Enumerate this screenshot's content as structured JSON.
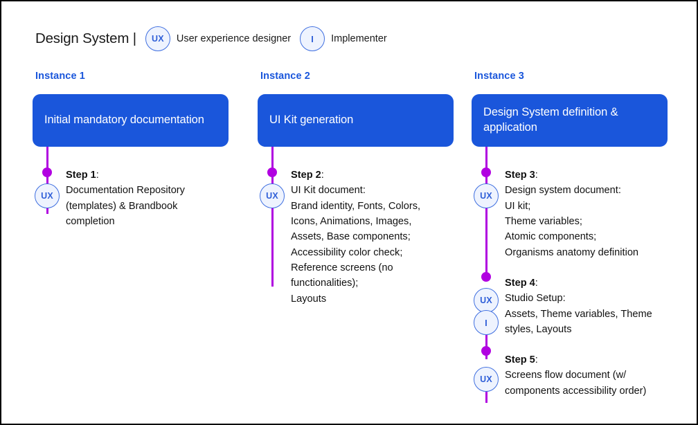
{
  "header": {
    "title": "Design System |",
    "legend": [
      {
        "badge": "UX",
        "label": "User experience designer",
        "icon": "ux-role-icon"
      },
      {
        "badge": "I",
        "label": "Implementer",
        "icon": "implementer-role-icon"
      }
    ]
  },
  "colors": {
    "accent_blue": "#1a56db",
    "rail_purple": "#b100e1",
    "badge_fill": "#eef3fe",
    "badge_border": "#3f6fe0",
    "badge_text": "#2f5fd8",
    "body_text": "#111111",
    "frame_border": "#000000"
  },
  "instances": [
    {
      "label": "Instance 1",
      "box_title": "Initial mandatory documentation",
      "steps": [
        {
          "title": "Step 1",
          "title_suffix": ":",
          "badges": [
            "UX"
          ],
          "lines": [
            "Documentation Repository",
            "(templates) & Brandbook",
            "completion"
          ]
        }
      ]
    },
    {
      "label": "Instance 2",
      "box_title": "UI Kit generation",
      "steps": [
        {
          "title": "Step 2",
          "title_suffix": ":",
          "badges": [
            "UX"
          ],
          "lines": [
            "UI Kit document:",
            "Brand identity, Fonts, Colors,",
            "Icons, Animations, Images,",
            "Assets, Base components;",
            "Accessibility color check;",
            "Reference screens (no",
            "functionalities);",
            "Layouts"
          ]
        }
      ]
    },
    {
      "label": "Instance 3",
      "box_title": "Design System definition & application",
      "steps": [
        {
          "title": "Step 3",
          "title_suffix": ":",
          "badges": [
            "UX"
          ],
          "lines": [
            "Design system document:",
            "UI kit;",
            "Theme variables;",
            "Atomic components;",
            "Organisms anatomy definition"
          ]
        },
        {
          "title": "Step 4",
          "title_suffix": ":",
          "badges": [
            "UX",
            "I"
          ],
          "lines": [
            "Studio Setup:",
            "Assets, Theme variables, Theme",
            "styles, Layouts"
          ]
        },
        {
          "title": "Step 5",
          "title_suffix": ":",
          "badges": [
            "UX"
          ],
          "lines": [
            "Screens flow document (w/",
            "components accessibility order)"
          ]
        }
      ]
    }
  ]
}
